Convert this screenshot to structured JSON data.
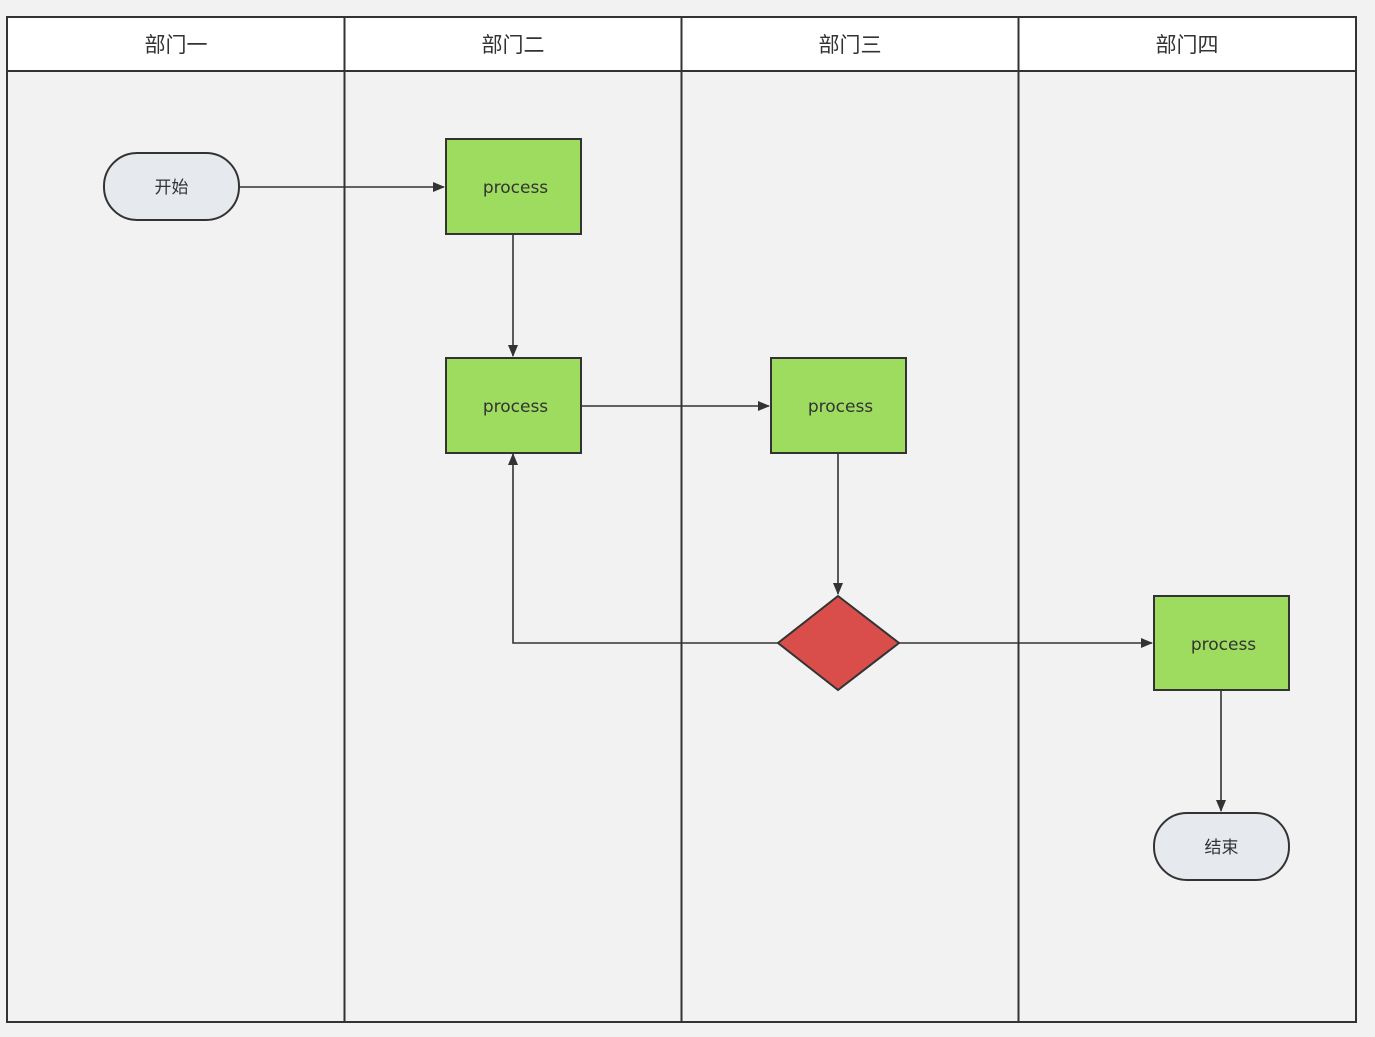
{
  "diagram": {
    "type": "swimlane-flowchart",
    "lanes": [
      {
        "id": "lane1",
        "title": "部门一"
      },
      {
        "id": "lane2",
        "title": "部门二"
      },
      {
        "id": "lane3",
        "title": "部门三"
      },
      {
        "id": "lane4",
        "title": "部门四"
      }
    ],
    "nodes": [
      {
        "id": "start",
        "kind": "terminal",
        "label": "开始",
        "lane": "lane1"
      },
      {
        "id": "p1",
        "kind": "process",
        "label": "process",
        "lane": "lane2"
      },
      {
        "id": "p2",
        "kind": "process",
        "label": "process",
        "lane": "lane2"
      },
      {
        "id": "p3",
        "kind": "process",
        "label": "process",
        "lane": "lane3"
      },
      {
        "id": "d1",
        "kind": "decision",
        "label": "",
        "lane": "lane3"
      },
      {
        "id": "p4",
        "kind": "process",
        "label": "process",
        "lane": "lane4"
      },
      {
        "id": "end",
        "kind": "terminal",
        "label": "结束",
        "lane": "lane4"
      }
    ],
    "edges": [
      {
        "from": "start",
        "to": "p1"
      },
      {
        "from": "p1",
        "to": "p2"
      },
      {
        "from": "p2",
        "to": "p3"
      },
      {
        "from": "p3",
        "to": "d1"
      },
      {
        "from": "d1",
        "to": "p2"
      },
      {
        "from": "d1",
        "to": "p4"
      },
      {
        "from": "p4",
        "to": "end"
      }
    ]
  },
  "colors": {
    "background": "#f2f2f2",
    "header": "#ffffff",
    "border": "#333333",
    "process_fill": "#9ddc5f",
    "decision_fill": "#d94e4a",
    "terminal_fill": "#e6eaee"
  }
}
